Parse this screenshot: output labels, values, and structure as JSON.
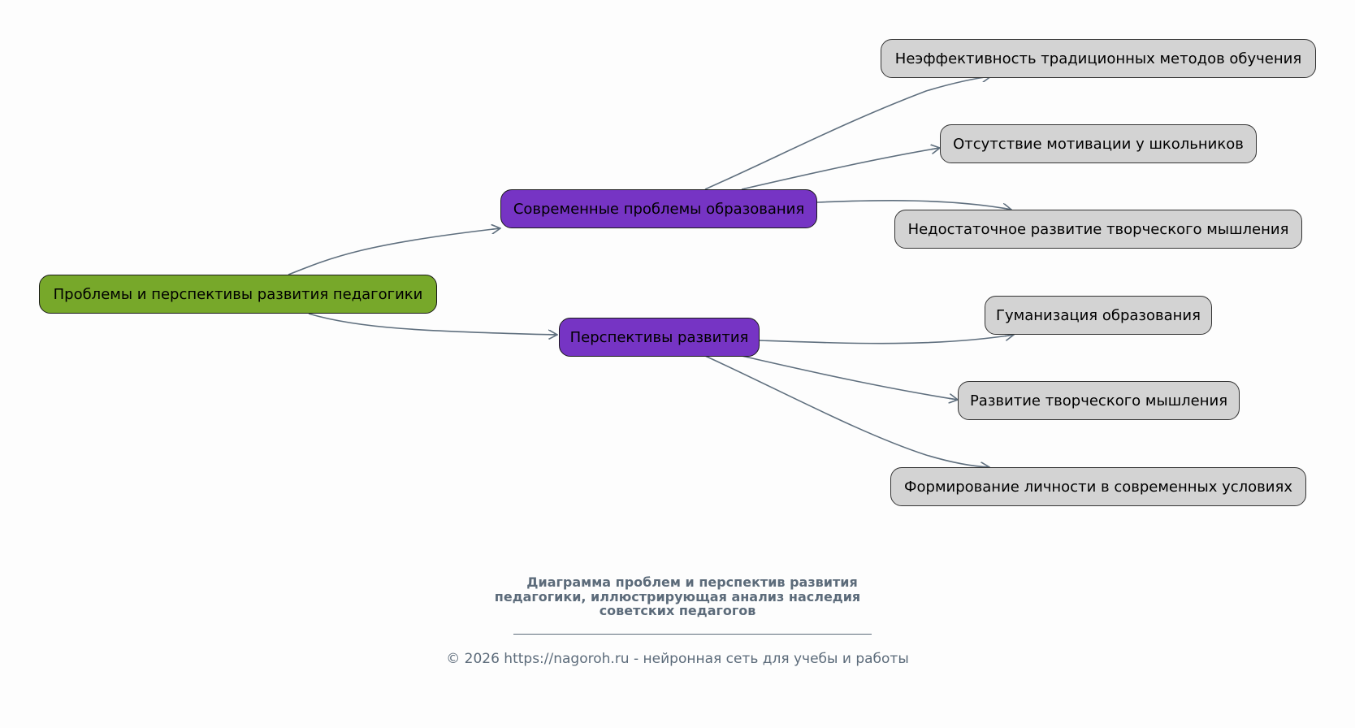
{
  "diagram": {
    "type": "mind-map",
    "edge_color": "#5f6f7e",
    "root": {
      "id": "root",
      "label": "Проблемы и перспективы развития педагогики",
      "color": "#77a82a"
    },
    "branches": [
      {
        "id": "b1",
        "label": "Современные проблемы образования",
        "color": "#7634c4",
        "children": [
          {
            "id": "l1",
            "label": "Неэффективность традиционных методов обучения",
            "color": "#d3d3d3"
          },
          {
            "id": "l2",
            "label": "Отсутствие мотивации у школьников",
            "color": "#d3d3d3"
          },
          {
            "id": "l3",
            "label": "Недостаточное развитие творческого мышления",
            "color": "#d3d3d3"
          }
        ]
      },
      {
        "id": "b2",
        "label": "Перспективы развития",
        "color": "#7634c4",
        "children": [
          {
            "id": "l4",
            "label": "Гуманизация образования",
            "color": "#d3d3d3"
          },
          {
            "id": "l5",
            "label": "Развитие творческого мышления",
            "color": "#d3d3d3"
          },
          {
            "id": "l6",
            "label": "Формирование личности в современных условиях",
            "color": "#d3d3d3"
          }
        ]
      }
    ]
  },
  "caption": {
    "lines": [
      "Диаграмма проблем и перспектив развития",
      "педагогики, иллюстрирующая анализ наследия",
      "советских педагогов"
    ]
  },
  "footer": {
    "text": "© 2026 https://nagoroh.ru - нейронная сеть для учебы и работы"
  }
}
